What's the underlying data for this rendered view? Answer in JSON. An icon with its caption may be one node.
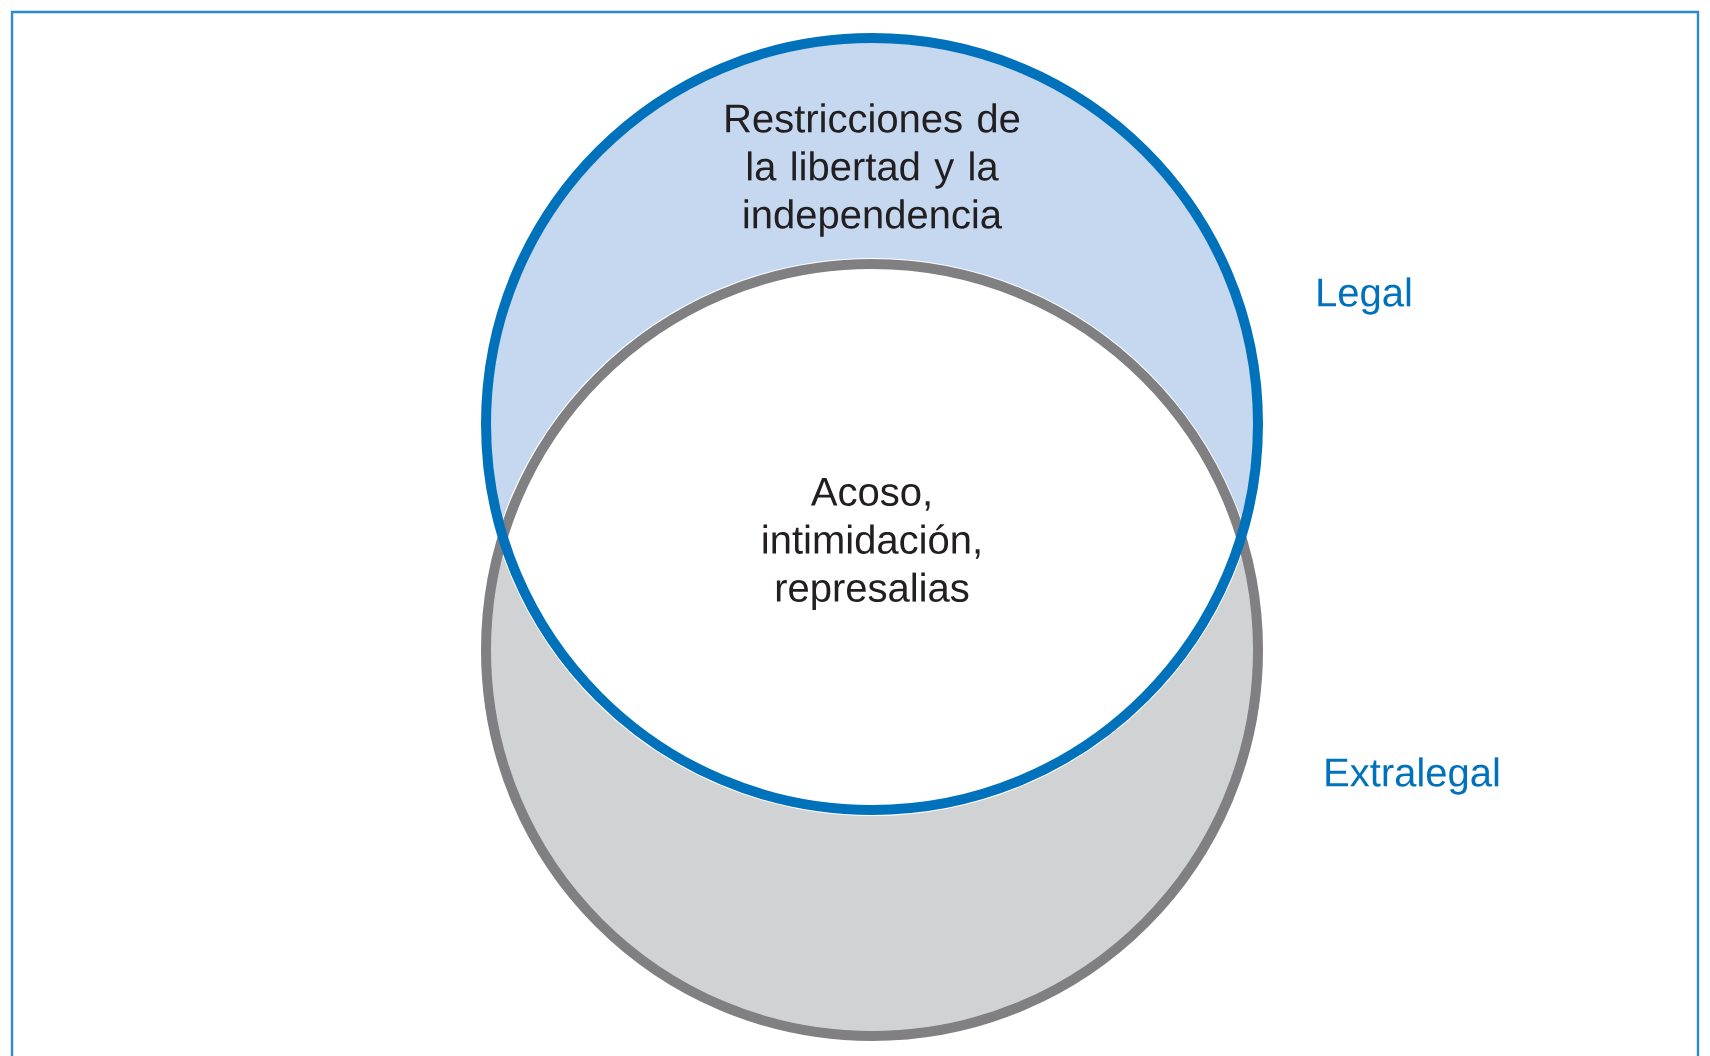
{
  "diagram": {
    "nodes": [
      {
        "text": [
          "Restricciones de la libertad y la independencia"
        ],
        "beside": [
          "Legal"
        ]
      },
      {
        "text": [],
        "shape": "circle",
        "beside": [
          "Extralegal"
        ]
      },
      {
        "text": [
          "Acoso, intimidación, represalias"
        ]
      }
    ],
    "edges": []
  }
}
